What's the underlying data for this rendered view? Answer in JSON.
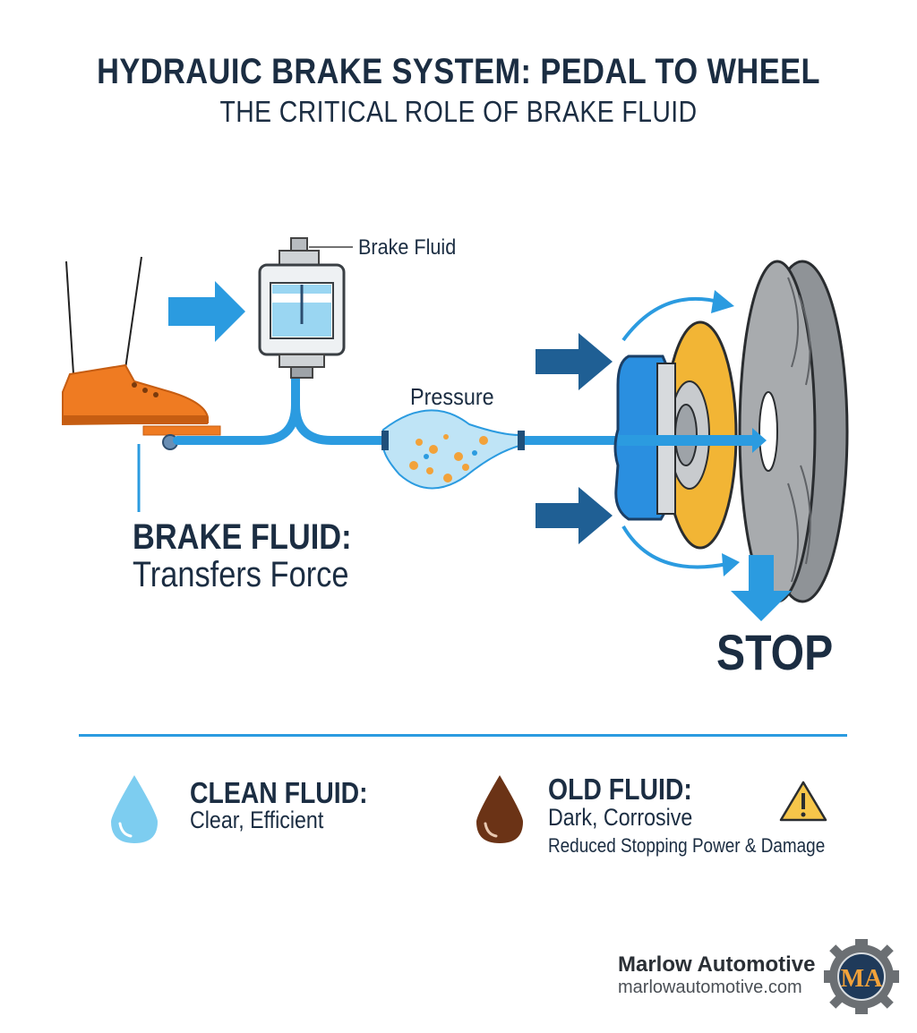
{
  "header": {
    "title": "HYDRAUIC BRAKE SYSTEM: PEDAL TO WHEEL",
    "subtitle": "THE CRITICAL ROLE OF BRAKE FLUID"
  },
  "diagram": {
    "reservoir_label": "Brake Fluid",
    "pressure_label": "Pressure",
    "main_label_line1": "BRAKE FLUID:",
    "main_label_line2": "Transfers Force",
    "stop_label": "STOP"
  },
  "comparison": {
    "clean": {
      "title": "CLEAN FLUID:",
      "description": "Clear, Efficient",
      "color": "#7dcdf0"
    },
    "old": {
      "title": "OLD FLUID:",
      "description": "Dark, Corrosive",
      "effect": "Reduced Stopping Power & Damage",
      "color": "#6b3316"
    }
  },
  "brand": {
    "name": "Marlow Automotive",
    "url": "marlowautomotive.com",
    "logo_text": "MA"
  },
  "colors": {
    "navy": "#1b2d42",
    "accent_blue": "#2b9be0",
    "arrow_blue": "#1f5f94",
    "shoe_orange": "#ef7b22",
    "rotor_yellow": "#f2b535",
    "caliper_blue": "#2a8fe0",
    "tire_gray": "#9a9da0"
  }
}
